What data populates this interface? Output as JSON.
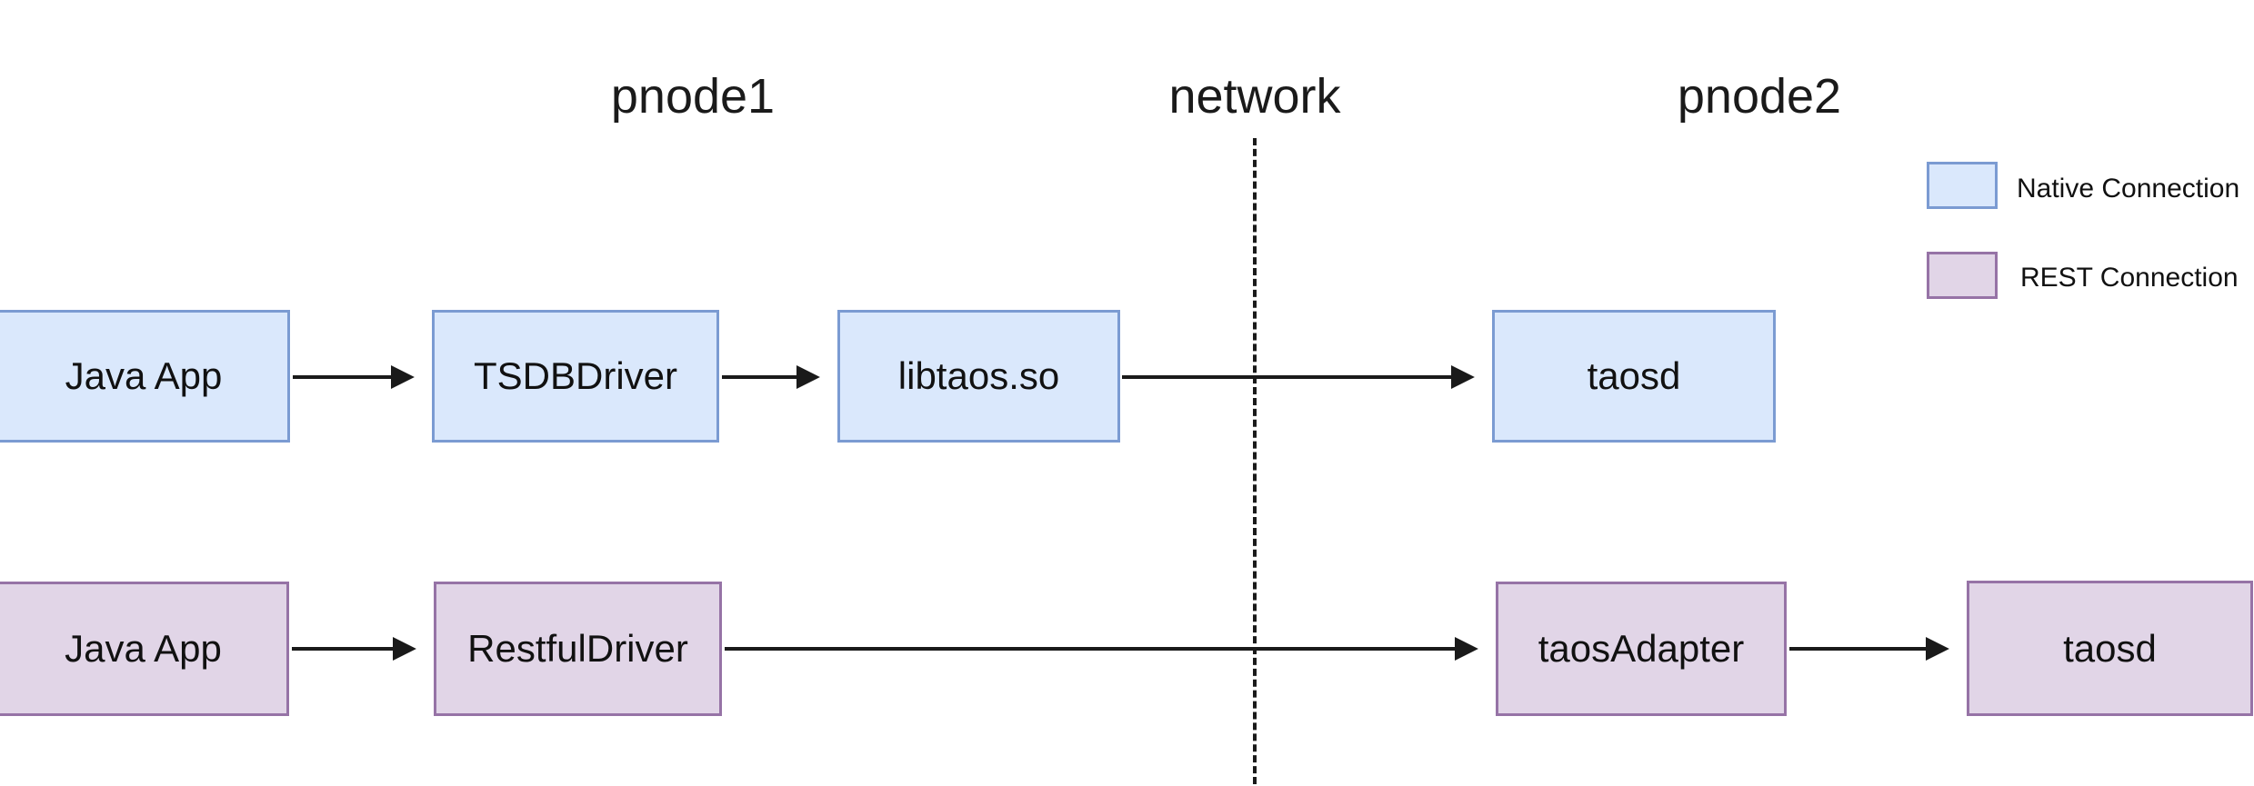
{
  "diagram": {
    "zones": {
      "pnode1": "pnode1",
      "network": "network",
      "pnode2": "pnode2"
    },
    "legend": {
      "native": {
        "label": "Native Connection",
        "fill": "#dae8fc",
        "border": "#7b9bd2"
      },
      "rest": {
        "label": "REST Connection",
        "fill": "#e1d5e7",
        "border": "#9673a6"
      }
    },
    "flows": {
      "native": {
        "connection_type": "Native Connection",
        "nodes": [
          "Java App",
          "TSDBDriver",
          "libtaos.so",
          "taosd"
        ]
      },
      "rest": {
        "connection_type": "REST Connection",
        "nodes": [
          "Java App",
          "RestfulDriver",
          "taosAdapter",
          "taosd"
        ]
      }
    },
    "colors": {
      "native_fill": "#dae8fc",
      "native_border": "#7b9bd2",
      "rest_fill": "#e1d5e7",
      "rest_border": "#9673a6",
      "line": "#1a1a1a",
      "background": "#ffffff"
    }
  }
}
